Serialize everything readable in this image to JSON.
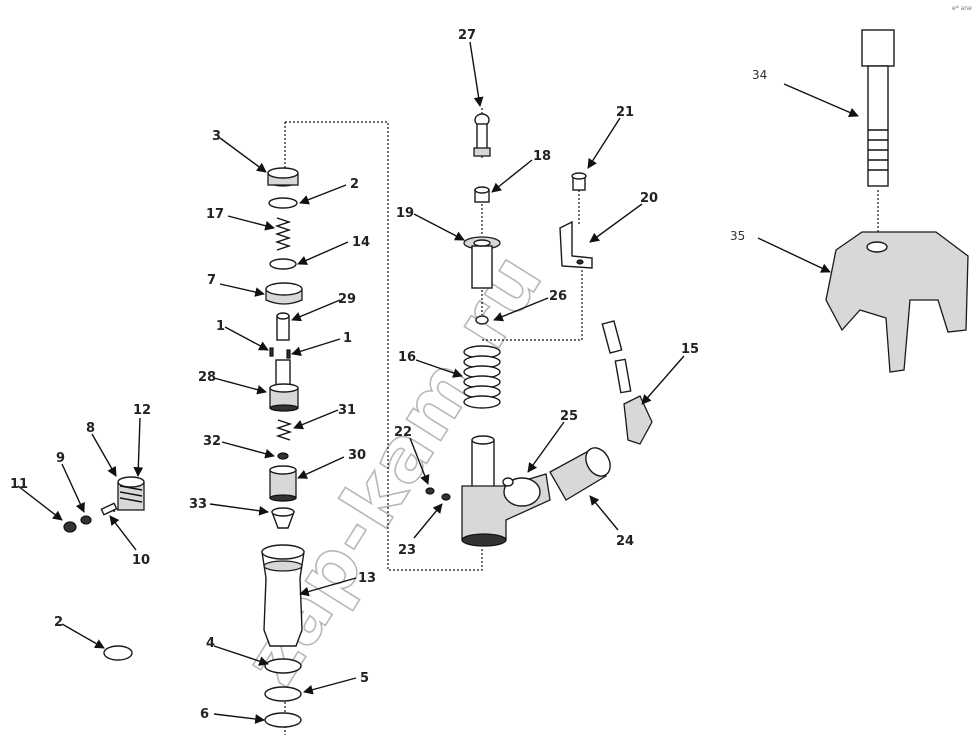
{
  "watermark": "zap-kam.ru",
  "corner_mark": "e* ane",
  "labels": {
    "l1": "1",
    "l1b": "1",
    "l2": "2",
    "l2b": "2",
    "l3": "3",
    "l4": "4",
    "l5": "5",
    "l6": "6",
    "l7": "7",
    "l8": "8",
    "l9": "9",
    "l10": "10",
    "l11": "11",
    "l12": "12",
    "l13": "13",
    "l14": "14",
    "l15": "15",
    "l16": "16",
    "l17": "17",
    "l18": "18",
    "l19": "19",
    "l20": "20",
    "l21": "21",
    "l22": "22",
    "l23": "23",
    "l24": "24",
    "l25": "25",
    "l26": "26",
    "l27": "27",
    "l28": "28",
    "l29": "29",
    "l30": "30",
    "l31": "31",
    "l32": "32",
    "l33": "33",
    "l34": "34",
    "l35": "35"
  }
}
